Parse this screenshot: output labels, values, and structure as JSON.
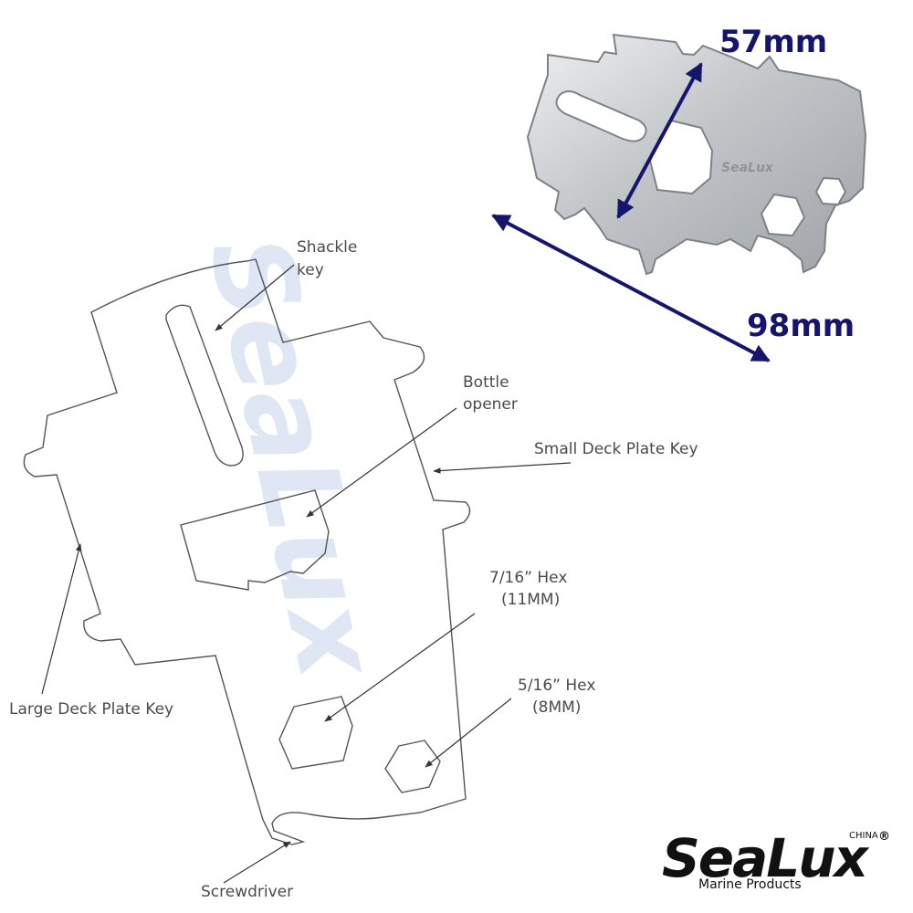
{
  "dimensions": {
    "height": "57mm",
    "width": "98mm"
  },
  "photo": {
    "engraving": "SeaLux"
  },
  "callouts": {
    "shackle_key": [
      "Shackle",
      "key"
    ],
    "bottle_opener": [
      "Bottle",
      "opener"
    ],
    "small_deck_plate_key": "Small Deck Plate Key",
    "hex_large": [
      "7/16” Hex",
      "(11MM)"
    ],
    "hex_small": [
      "5/16” Hex",
      "(8MM)"
    ],
    "large_deck_plate_key": "Large Deck Plate Key",
    "screwdriver": "Screwdriver"
  },
  "watermark": "SeaLux",
  "brand": {
    "name": "SeaLux",
    "region": "CHINA",
    "registered": "®",
    "tagline": "Marine Products"
  },
  "colors": {
    "dimension_arrow": "#15156e",
    "drawing_line": "#555555",
    "metal": "#c9cbcd",
    "watermark": "#dfe6f4"
  }
}
